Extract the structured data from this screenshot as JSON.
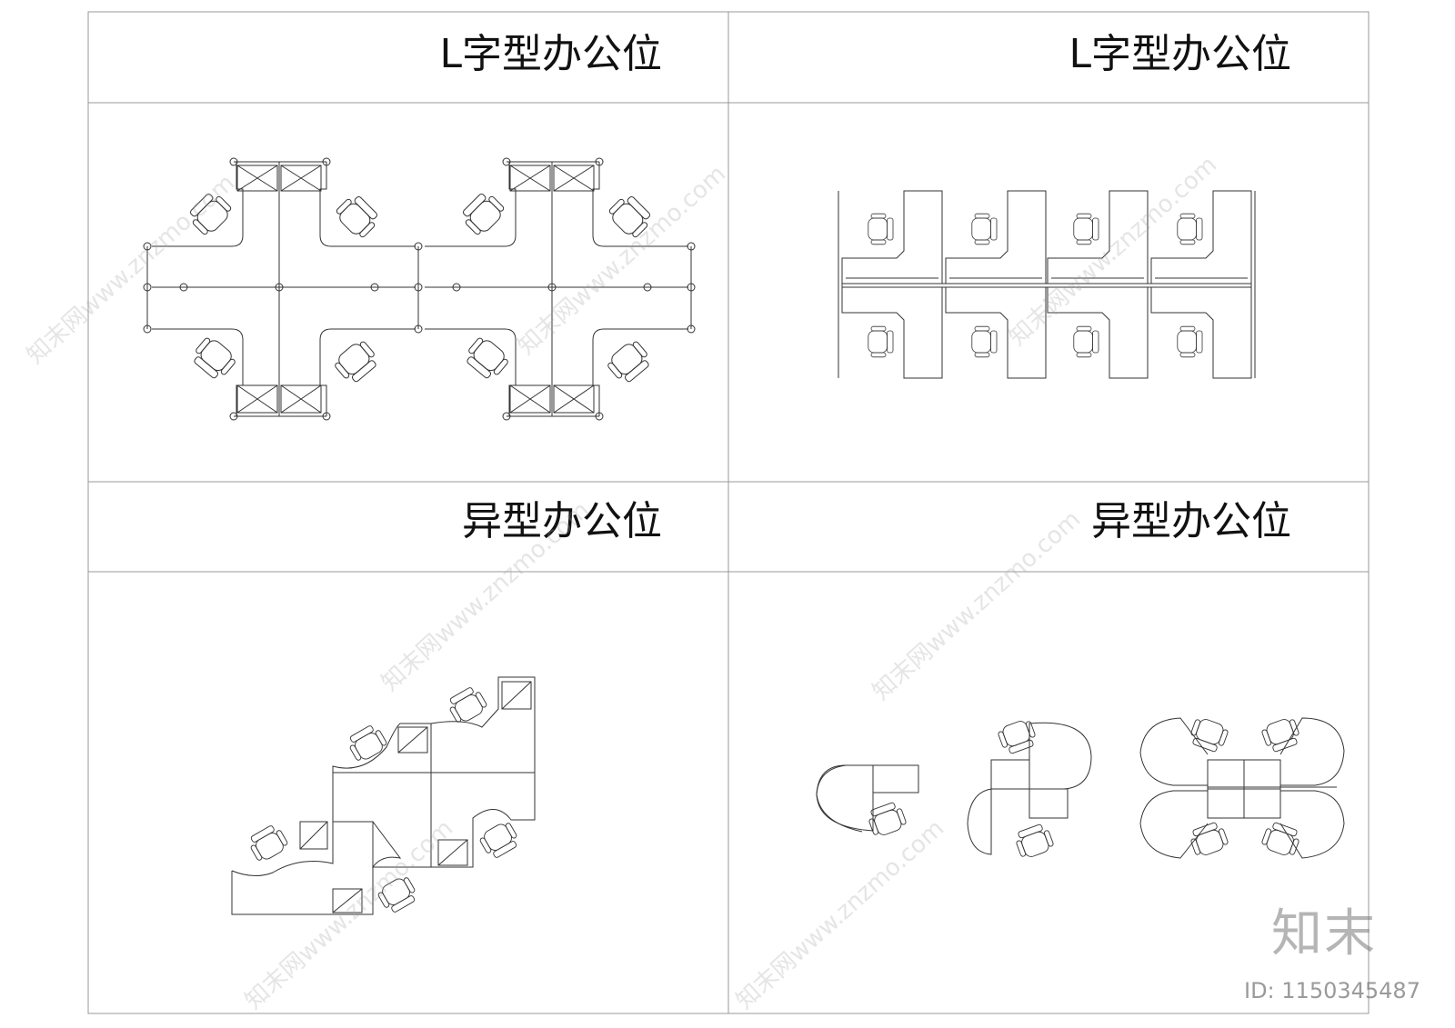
{
  "panels": [
    {
      "title": "L字型办公位"
    },
    {
      "title": "L字型办公位"
    },
    {
      "title": "异型办公位"
    },
    {
      "title": "异型办公位"
    }
  ],
  "watermark": {
    "text": "知末网www.znzmo.com"
  },
  "brand": {
    "logo": "知末",
    "id": "ID: 1150345487"
  },
  "colors": {
    "line": "#333333",
    "border": "#999999",
    "watermark": "#bfbfbf"
  }
}
